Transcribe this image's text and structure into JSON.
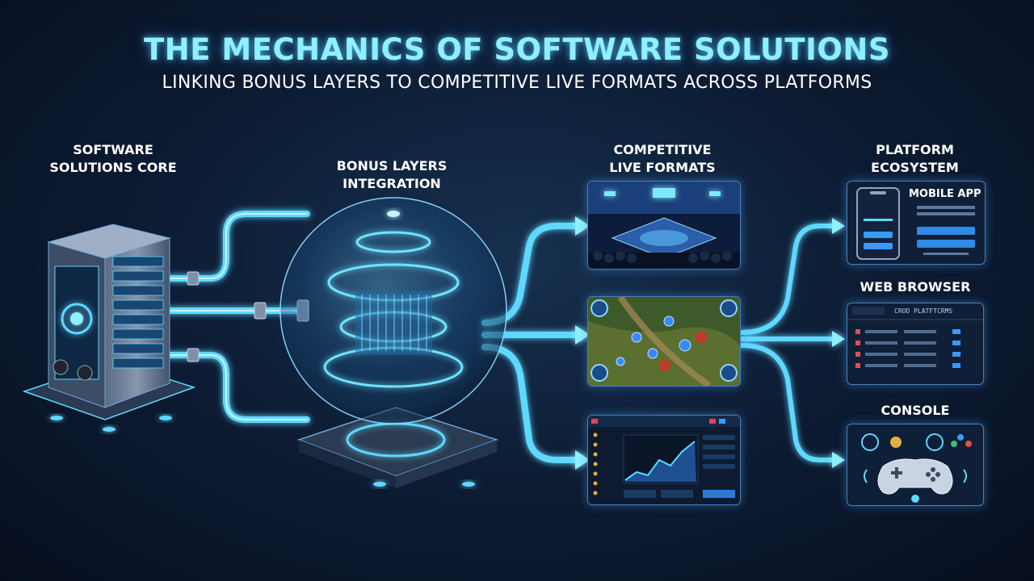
{
  "header": {
    "title": "THE MECHANICS OF SOFTWARE SOLUTIONS",
    "subtitle": "LINKING BONUS LAYERS TO COMPETITIVE LIVE FORMATS ACROSS PLATFORMS"
  },
  "stages": {
    "core": "SOFTWARE\nSOLUTIONS CORE",
    "bonus": "BONUS LAYERS\nINTEGRATION",
    "competitive": "COMPETITIVE\nLIVE FORMATS",
    "platform": "PLATFORM\nECOSYSTEM"
  },
  "platforms": {
    "mobile": "MOBILE APP",
    "web": "WEB BROWSER",
    "console": "CONSOLE"
  },
  "web_window": {
    "header": "CROD PLATFTCRMS"
  },
  "colors": {
    "accent": "#5fd8ff",
    "title": "#8ff0ff",
    "background": "#0c1a31"
  },
  "icons": {
    "server": "server-tower-icon",
    "sphere": "bonus-sphere-icon",
    "controller": "gamepad-icon"
  }
}
